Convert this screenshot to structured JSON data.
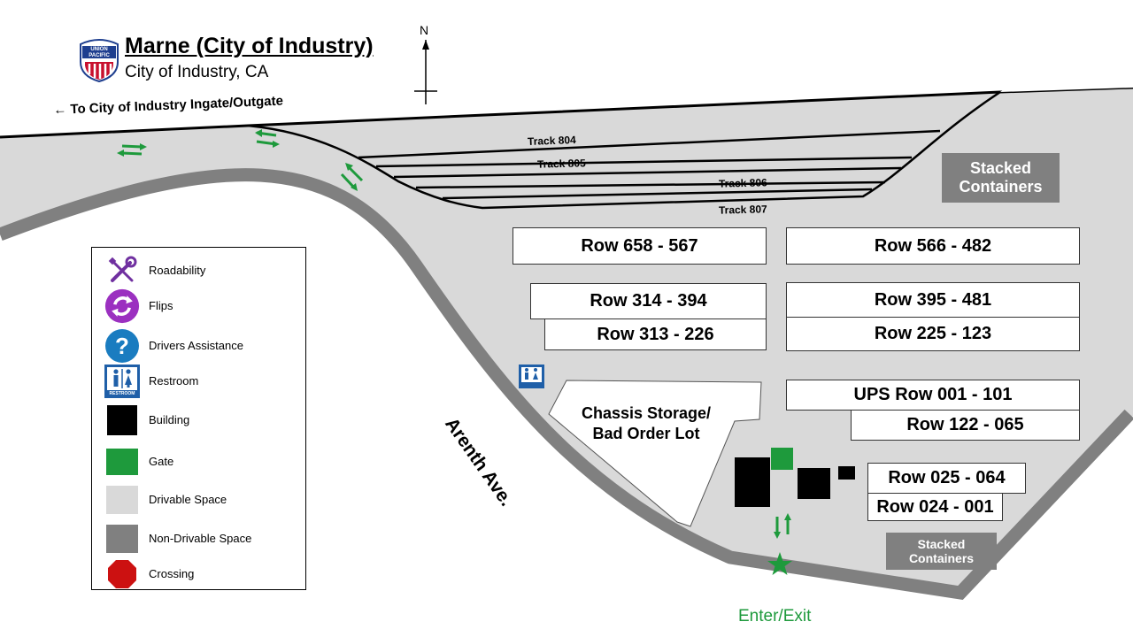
{
  "header": {
    "title": "Marne (City of Industry)",
    "subtitle": "City of Industry, CA",
    "logo_text_1": "UNION",
    "logo_text_2": "PACIFIC"
  },
  "compass": {
    "label": "N"
  },
  "ingate_label": "← To City of Industry Ingate/Outgate",
  "tracks": [
    "Track 804",
    "Track 805",
    "Track 806",
    "Track 807"
  ],
  "stacked_containers": [
    "Stacked Containers",
    "Stacked Containers"
  ],
  "rows": [
    "Row 658 - 567",
    "Row 566 - 482",
    "Row 314 - 394",
    "Row 313 - 226",
    "Row 395 - 481",
    "Row 225 - 123",
    "UPS Row 001 - 101",
    "Row 122 - 065",
    "Row 025 - 064",
    "Row 024 - 001"
  ],
  "chassis_lot": {
    "line1": "Chassis Storage/",
    "line2": "Bad Order Lot"
  },
  "road_label": "Arenth Ave.",
  "enter_exit": "Enter/Exit",
  "restroom_sign": "RESTROOM",
  "legend": [
    {
      "label": "Roadability",
      "icon": "wrench-screwdriver-icon"
    },
    {
      "label": "Flips",
      "icon": "flip-arrows-icon"
    },
    {
      "label": "Drivers  Assistance",
      "icon": "question-icon"
    },
    {
      "label": "Restroom",
      "icon": "restroom-icon"
    },
    {
      "label": "Building",
      "icon": "building-square"
    },
    {
      "label": "Gate",
      "icon": "gate-square"
    },
    {
      "label": "Drivable  Space",
      "icon": "drivable-square"
    },
    {
      "label": " Non-Drivable  Space",
      "icon": "non-drivable-square"
    },
    {
      "label": "Crossing",
      "icon": "crossing-octagon"
    }
  ],
  "colors": {
    "drivable": "#d9d9d9",
    "non_drivable": "#808080",
    "building": "#000000",
    "gate": "#1e9a3c",
    "roadability": "#7030a0",
    "flips": "#9b30c0",
    "assistance": "#1a7cc0",
    "restroom": "#1f5fa8",
    "crossing": "#cc1111"
  }
}
